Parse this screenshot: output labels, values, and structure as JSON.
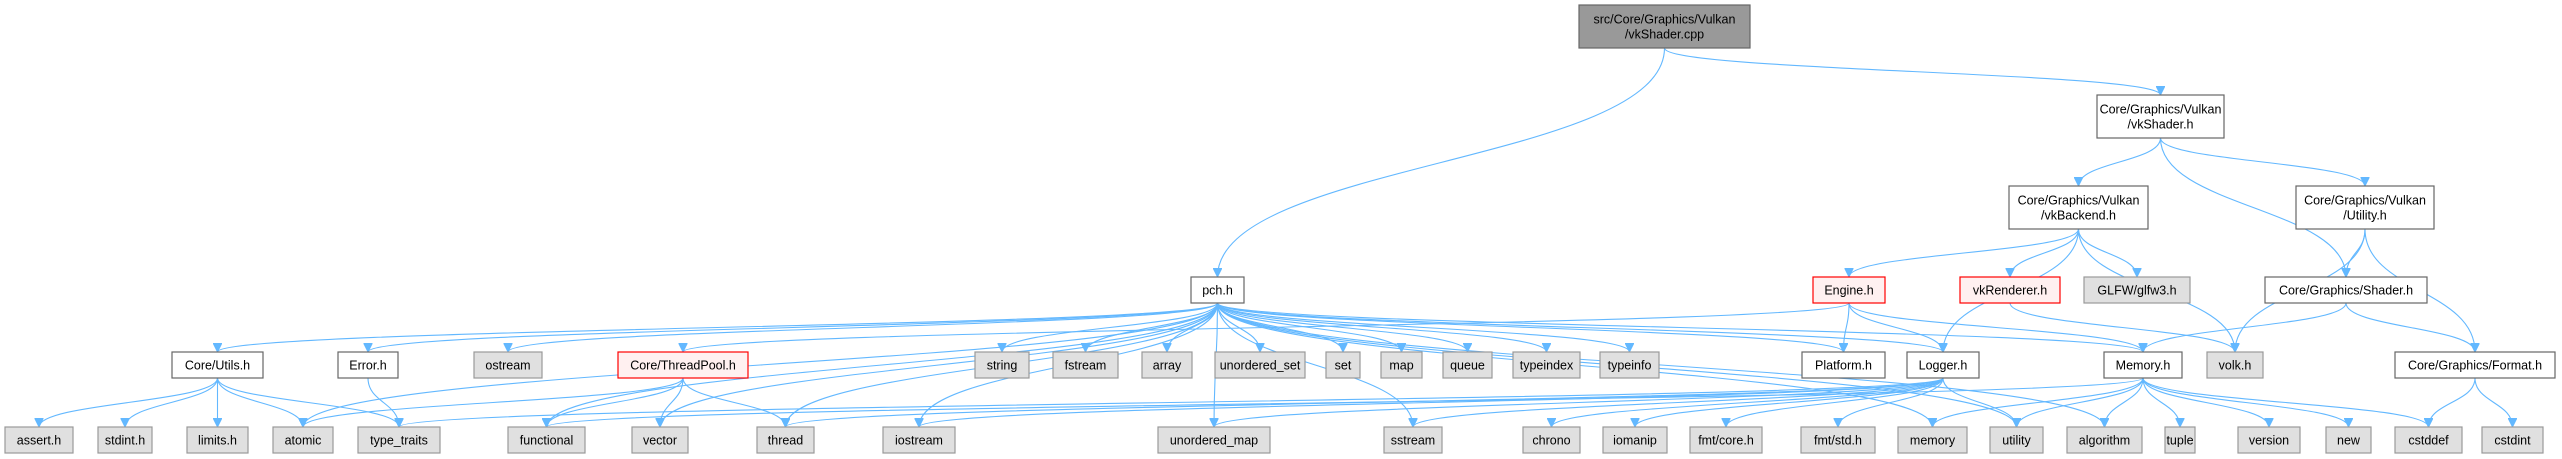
{
  "title": "Include dependency graph for vkShader.cpp",
  "colors": {
    "root_fill": "#999999",
    "root_border": "#666666",
    "normal_fill": "#ffffff",
    "normal_border": "#666666",
    "red_fill": "#fff0f0",
    "red_border": "#ff0000",
    "system_fill": "#e0e0e0",
    "system_border": "#999999",
    "edge": "#63b8ff"
  },
  "nodes": [
    {
      "id": "root",
      "lines": [
        "src/Core/Graphics/Vulkan",
        "/vkShader.cpp"
      ],
      "kind": "root"
    },
    {
      "id": "vkShader_h",
      "lines": [
        "Core/Graphics/Vulkan",
        "/vkShader.h"
      ],
      "kind": "normal"
    },
    {
      "id": "vkBackend_h",
      "lines": [
        "Core/Graphics/Vulkan",
        "/vkBackend.h"
      ],
      "kind": "normal"
    },
    {
      "id": "Utility_h",
      "lines": [
        "Core/Graphics/Vulkan",
        "/Utility.h"
      ],
      "kind": "normal"
    },
    {
      "id": "pch_h",
      "lines": [
        "pch.h"
      ],
      "kind": "normal"
    },
    {
      "id": "Engine_h",
      "lines": [
        "Engine.h"
      ],
      "kind": "red"
    },
    {
      "id": "vkRenderer_h",
      "lines": [
        "vkRenderer.h"
      ],
      "kind": "red"
    },
    {
      "id": "glfw3_h",
      "lines": [
        "GLFW/glfw3.h"
      ],
      "kind": "system"
    },
    {
      "id": "Shader_h",
      "lines": [
        "Core/Graphics/Shader.h"
      ],
      "kind": "normal"
    },
    {
      "id": "Utils_h",
      "lines": [
        "Core/Utils.h"
      ],
      "kind": "normal"
    },
    {
      "id": "Error_h",
      "lines": [
        "Error.h"
      ],
      "kind": "normal"
    },
    {
      "id": "ostream",
      "lines": [
        "ostream"
      ],
      "kind": "system"
    },
    {
      "id": "ThreadPool_h",
      "lines": [
        "Core/ThreadPool.h"
      ],
      "kind": "red"
    },
    {
      "id": "string",
      "lines": [
        "string"
      ],
      "kind": "system"
    },
    {
      "id": "fstream",
      "lines": [
        "fstream"
      ],
      "kind": "system"
    },
    {
      "id": "array",
      "lines": [
        "array"
      ],
      "kind": "system"
    },
    {
      "id": "unordered_set",
      "lines": [
        "unordered_set"
      ],
      "kind": "system"
    },
    {
      "id": "set",
      "lines": [
        "set"
      ],
      "kind": "system"
    },
    {
      "id": "map",
      "lines": [
        "map"
      ],
      "kind": "system"
    },
    {
      "id": "queue",
      "lines": [
        "queue"
      ],
      "kind": "system"
    },
    {
      "id": "typeindex",
      "lines": [
        "typeindex"
      ],
      "kind": "system"
    },
    {
      "id": "typeinfo",
      "lines": [
        "typeinfo"
      ],
      "kind": "system"
    },
    {
      "id": "Platform_h",
      "lines": [
        "Platform.h"
      ],
      "kind": "normal"
    },
    {
      "id": "Logger_h",
      "lines": [
        "Logger.h"
      ],
      "kind": "normal"
    },
    {
      "id": "Memory_h",
      "lines": [
        "Memory.h"
      ],
      "kind": "normal"
    },
    {
      "id": "volk_h",
      "lines": [
        "volk.h"
      ],
      "kind": "system"
    },
    {
      "id": "Format_h",
      "lines": [
        "Core/Graphics/Format.h"
      ],
      "kind": "normal"
    },
    {
      "id": "assert_h",
      "lines": [
        "assert.h"
      ],
      "kind": "system"
    },
    {
      "id": "stdint_h",
      "lines": [
        "stdint.h"
      ],
      "kind": "system"
    },
    {
      "id": "limits_h",
      "lines": [
        "limits.h"
      ],
      "kind": "system"
    },
    {
      "id": "atomic",
      "lines": [
        "atomic"
      ],
      "kind": "system"
    },
    {
      "id": "type_traits",
      "lines": [
        "type_traits"
      ],
      "kind": "system"
    },
    {
      "id": "functional",
      "lines": [
        "functional"
      ],
      "kind": "system"
    },
    {
      "id": "vector",
      "lines": [
        "vector"
      ],
      "kind": "system"
    },
    {
      "id": "thread",
      "lines": [
        "thread"
      ],
      "kind": "system"
    },
    {
      "id": "iostream",
      "lines": [
        "iostream"
      ],
      "kind": "system"
    },
    {
      "id": "unordered_map",
      "lines": [
        "unordered_map"
      ],
      "kind": "system"
    },
    {
      "id": "sstream",
      "lines": [
        "sstream"
      ],
      "kind": "system"
    },
    {
      "id": "chrono",
      "lines": [
        "chrono"
      ],
      "kind": "system"
    },
    {
      "id": "iomanip",
      "lines": [
        "iomanip"
      ],
      "kind": "system"
    },
    {
      "id": "fmt_core_h",
      "lines": [
        "fmt/core.h"
      ],
      "kind": "system"
    },
    {
      "id": "fmt_std_h",
      "lines": [
        "fmt/std.h"
      ],
      "kind": "system"
    },
    {
      "id": "memory",
      "lines": [
        "memory"
      ],
      "kind": "system"
    },
    {
      "id": "utility",
      "lines": [
        "utility"
      ],
      "kind": "system"
    },
    {
      "id": "algorithm",
      "lines": [
        "algorithm"
      ],
      "kind": "system"
    },
    {
      "id": "tuple",
      "lines": [
        "tuple"
      ],
      "kind": "system"
    },
    {
      "id": "version",
      "lines": [
        "version"
      ],
      "kind": "system"
    },
    {
      "id": "new",
      "lines": [
        "new"
      ],
      "kind": "system"
    },
    {
      "id": "cstddef",
      "lines": [
        "cstddef"
      ],
      "kind": "system"
    },
    {
      "id": "cstdint",
      "lines": [
        "cstdint"
      ],
      "kind": "system"
    }
  ],
  "edges": [
    [
      "root",
      "pch_h"
    ],
    [
      "root",
      "vkShader_h"
    ],
    [
      "vkShader_h",
      "vkBackend_h"
    ],
    [
      "vkShader_h",
      "Shader_h"
    ],
    [
      "vkShader_h",
      "Utility_h"
    ],
    [
      "vkBackend_h",
      "Engine_h"
    ],
    [
      "vkBackend_h",
      "vkRenderer_h"
    ],
    [
      "vkBackend_h",
      "glfw3_h"
    ],
    [
      "vkBackend_h",
      "volk_h"
    ],
    [
      "vkBackend_h",
      "Logger_h"
    ],
    [
      "Utility_h",
      "Shader_h"
    ],
    [
      "Utility_h",
      "volk_h"
    ],
    [
      "Utility_h",
      "Format_h"
    ],
    [
      "Shader_h",
      "Memory_h"
    ],
    [
      "Shader_h",
      "Format_h"
    ],
    [
      "Format_h",
      "cstddef"
    ],
    [
      "Format_h",
      "cstdint"
    ],
    [
      "vkRenderer_h",
      "volk_h"
    ],
    [
      "Engine_h",
      "Platform_h"
    ],
    [
      "Engine_h",
      "Logger_h"
    ],
    [
      "Engine_h",
      "Memory_h"
    ],
    [
      "Engine_h",
      "ThreadPool_h"
    ],
    [
      "pch_h",
      "Utils_h"
    ],
    [
      "pch_h",
      "Error_h"
    ],
    [
      "pch_h",
      "ostream"
    ],
    [
      "pch_h",
      "atomic"
    ],
    [
      "pch_h",
      "functional"
    ],
    [
      "pch_h",
      "vector"
    ],
    [
      "pch_h",
      "thread"
    ],
    [
      "pch_h",
      "iostream"
    ],
    [
      "pch_h",
      "unordered_map"
    ],
    [
      "pch_h",
      "sstream"
    ],
    [
      "pch_h",
      "string"
    ],
    [
      "pch_h",
      "fstream"
    ],
    [
      "pch_h",
      "array"
    ],
    [
      "pch_h",
      "unordered_set"
    ],
    [
      "pch_h",
      "set"
    ],
    [
      "pch_h",
      "map"
    ],
    [
      "pch_h",
      "queue"
    ],
    [
      "pch_h",
      "typeindex"
    ],
    [
      "pch_h",
      "typeinfo"
    ],
    [
      "pch_h",
      "Platform_h"
    ],
    [
      "pch_h",
      "Logger_h"
    ],
    [
      "pch_h",
      "Memory_h"
    ],
    [
      "pch_h",
      "memory"
    ],
    [
      "pch_h",
      "utility"
    ],
    [
      "pch_h",
      "algorithm"
    ],
    [
      "Utils_h",
      "assert_h"
    ],
    [
      "Utils_h",
      "stdint_h"
    ],
    [
      "Utils_h",
      "limits_h"
    ],
    [
      "Utils_h",
      "atomic"
    ],
    [
      "Utils_h",
      "type_traits"
    ],
    [
      "Error_h",
      "type_traits"
    ],
    [
      "ThreadPool_h",
      "atomic"
    ],
    [
      "ThreadPool_h",
      "functional"
    ],
    [
      "ThreadPool_h",
      "vector"
    ],
    [
      "ThreadPool_h",
      "thread"
    ],
    [
      "Logger_h",
      "type_traits"
    ],
    [
      "Logger_h",
      "thread"
    ],
    [
      "Logger_h",
      "iostream"
    ],
    [
      "Logger_h",
      "unordered_map"
    ],
    [
      "Logger_h",
      "sstream"
    ],
    [
      "Logger_h",
      "chrono"
    ],
    [
      "Logger_h",
      "iomanip"
    ],
    [
      "Logger_h",
      "fmt_core_h"
    ],
    [
      "Logger_h",
      "fmt_std_h"
    ],
    [
      "Logger_h",
      "utility"
    ],
    [
      "Memory_h",
      "memory"
    ],
    [
      "Memory_h",
      "utility"
    ],
    [
      "Memory_h",
      "algorithm"
    ],
    [
      "Memory_h",
      "tuple"
    ],
    [
      "Memory_h",
      "version"
    ],
    [
      "Memory_h",
      "new"
    ],
    [
      "Memory_h",
      "cstddef"
    ],
    [
      "Memory_h",
      "functional"
    ]
  ]
}
